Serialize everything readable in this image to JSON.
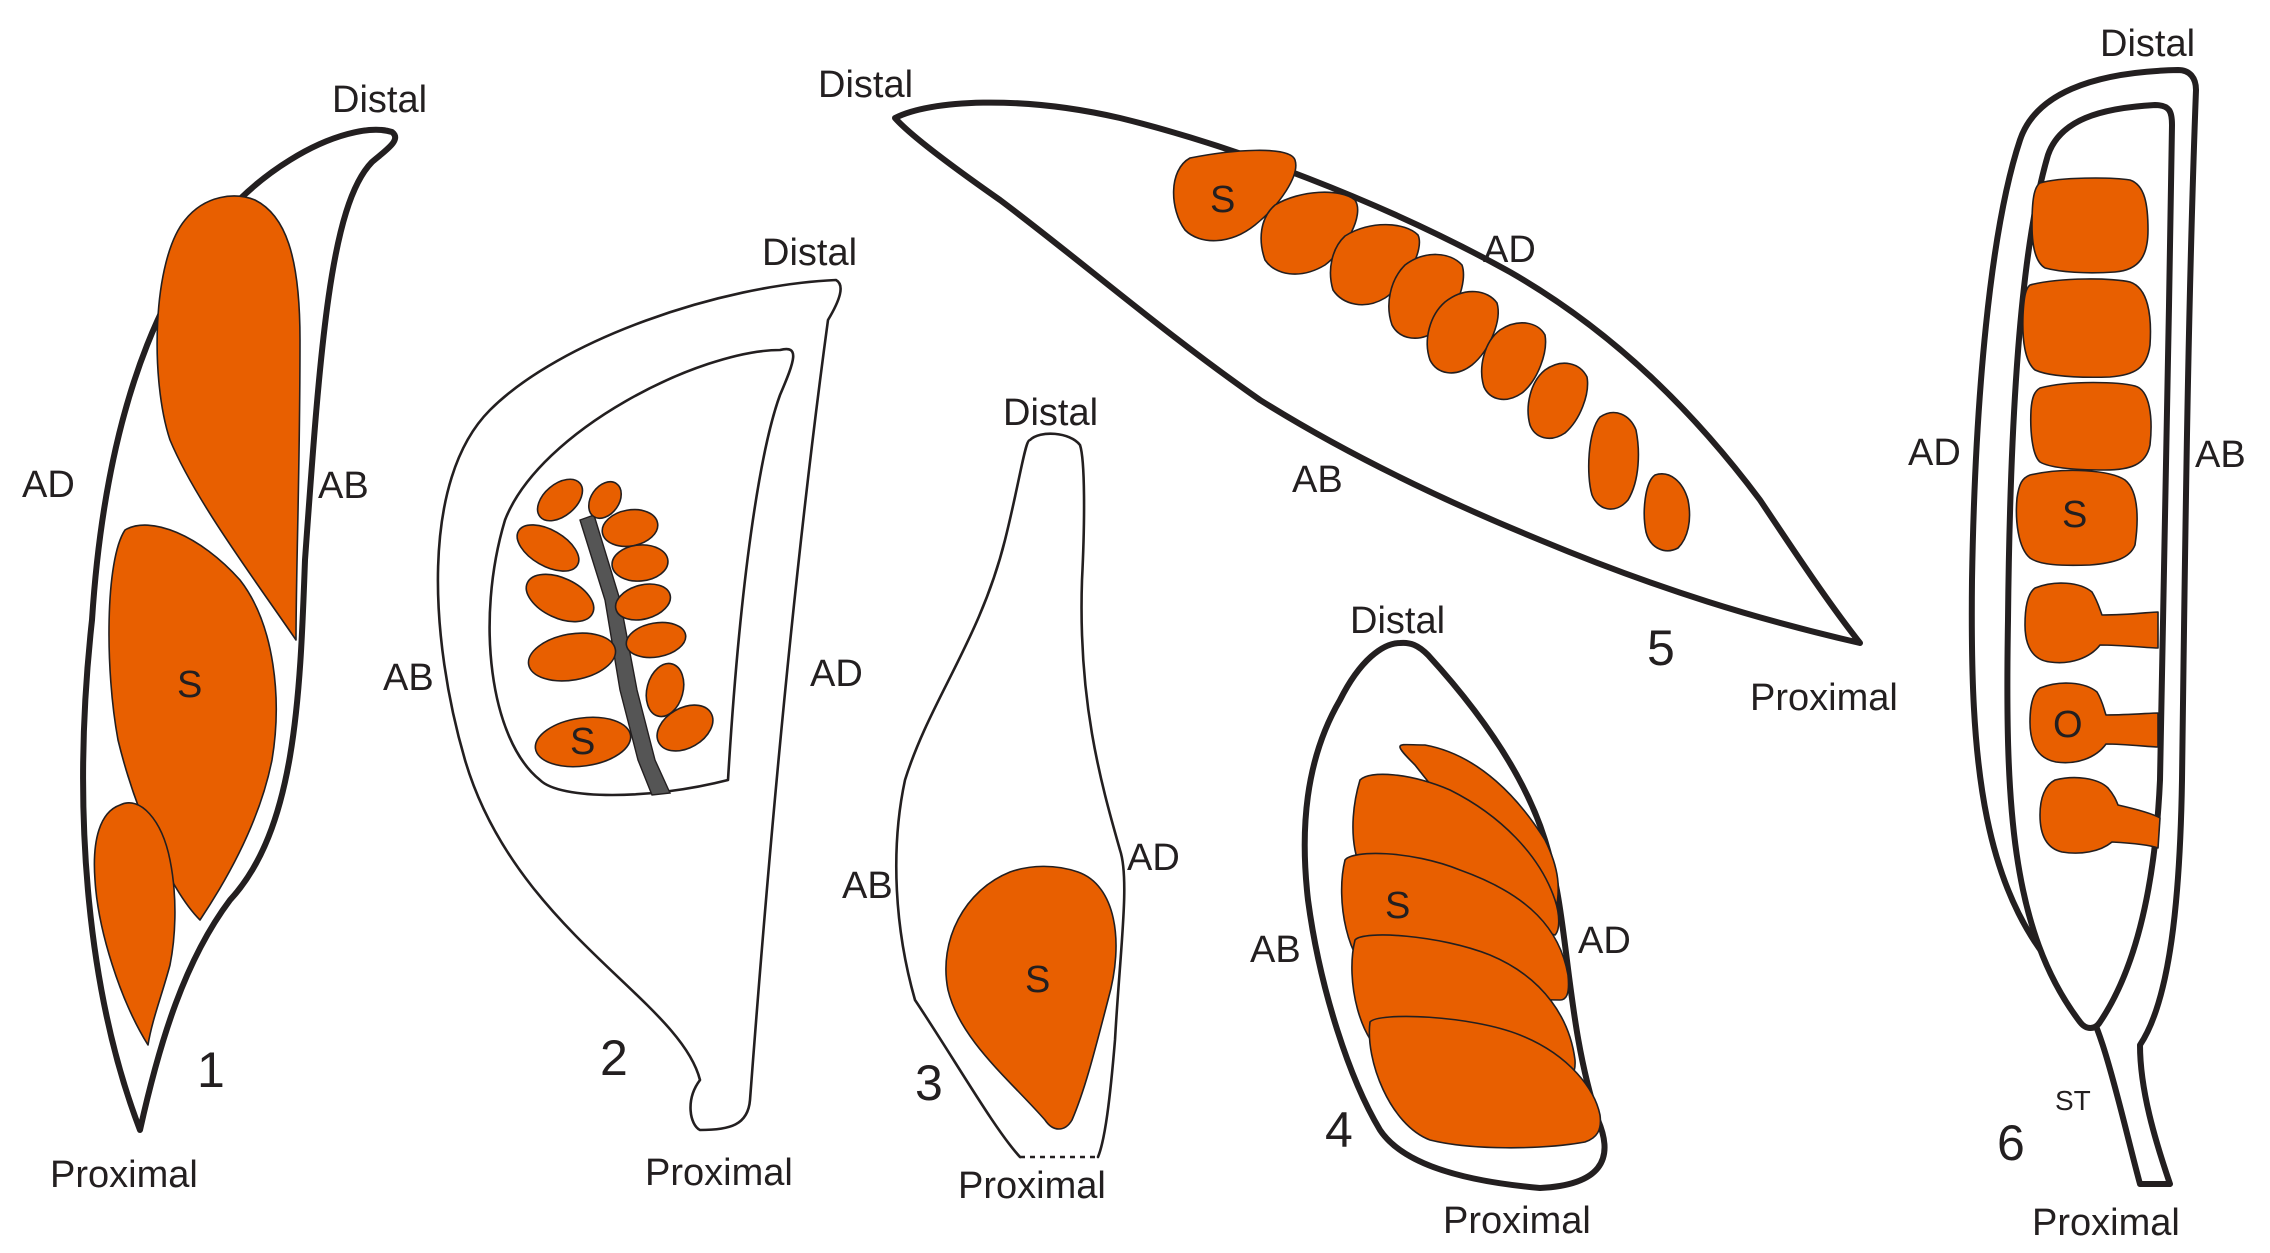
{
  "colors": {
    "seed": "#e85f00",
    "axis": "#555555",
    "outline": "#231f20",
    "background": "#ffffff"
  },
  "figures": {
    "fig1": {
      "number": "1",
      "distal": "Distal",
      "proximal": "Proximal",
      "left": "AD",
      "right": "AB",
      "seed": "S"
    },
    "fig2": {
      "number": "2",
      "distal": "Distal",
      "proximal": "Proximal",
      "left": "AB",
      "right": "AD",
      "seed": "S"
    },
    "fig3": {
      "number": "3",
      "distal": "Distal",
      "proximal": "Proximal",
      "left": "AB",
      "right": "AD",
      "seed": "S"
    },
    "fig4": {
      "number": "4",
      "distal": "Distal",
      "proximal": "Proximal",
      "left": "AB",
      "right": "AD",
      "seed": "S"
    },
    "fig5": {
      "number": "5",
      "distal": "Distal",
      "proximal": "Proximal",
      "upper": "AD",
      "lower": "AB",
      "seed": "S"
    },
    "fig6": {
      "number": "6",
      "distal": "Distal",
      "proximal": "Proximal",
      "left": "AD",
      "right": "AB",
      "seed": "S",
      "ovule": "O",
      "stalk": "ST"
    }
  }
}
